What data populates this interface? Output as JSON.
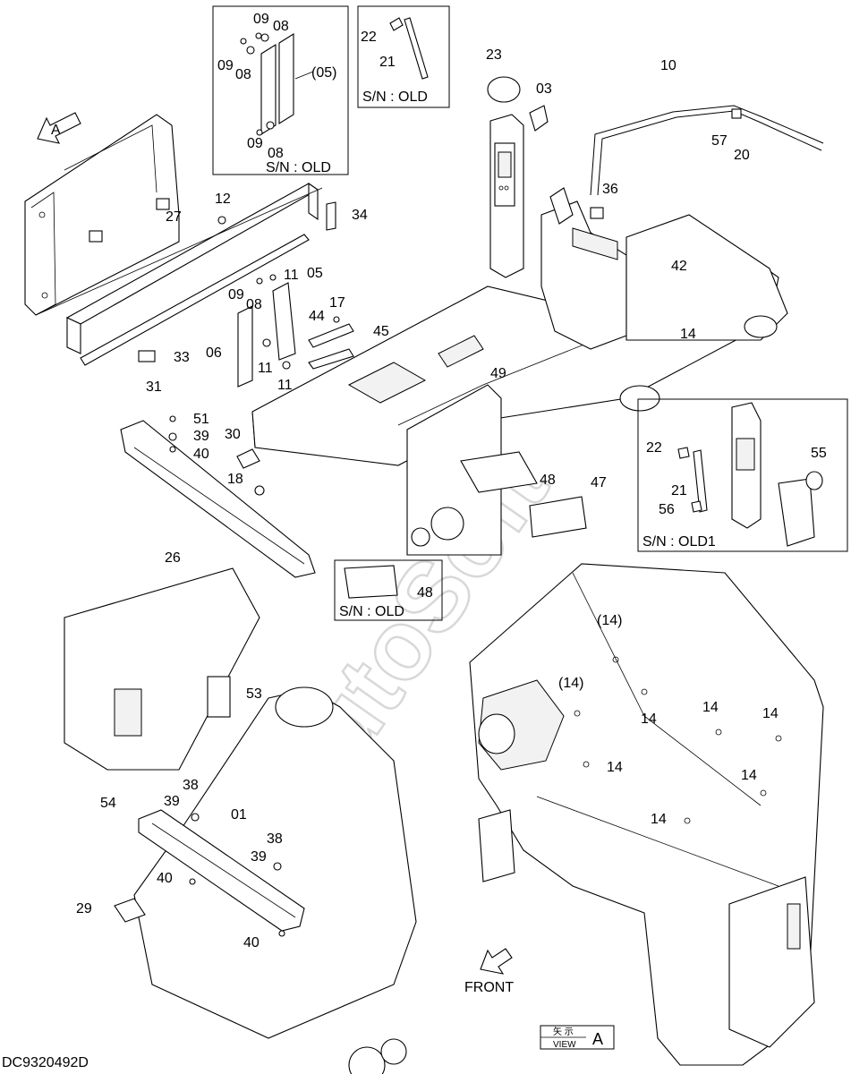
{
  "diagram_id": "DC9320492D",
  "watermark": "AutoSoft",
  "view_marker": {
    "letter": "A",
    "kanji": "矢 示",
    "view_word": "VIEW"
  },
  "direction_label": "FRONT",
  "insets": [
    {
      "caption": "S/N : OLD",
      "parts": [
        "09",
        "08",
        "09",
        "08",
        "(05)",
        "09",
        "08"
      ]
    },
    {
      "caption": "S/N : OLD",
      "parts": [
        "22",
        "21"
      ]
    },
    {
      "caption": "S/N : OLD1",
      "parts": [
        "22",
        "21",
        "56",
        "55"
      ]
    },
    {
      "caption": "S/N : OLD",
      "parts": [
        "48"
      ]
    }
  ],
  "callouts": {
    "c09a": "09",
    "c08a": "08",
    "c09b": "09",
    "c08b": "08",
    "c05p": "(05)",
    "c09c": "09",
    "c08c": "08",
    "c22a": "22",
    "c21a": "21",
    "c23": "23",
    "c03": "03",
    "c10": "10",
    "c57": "57",
    "c20": "20",
    "c36": "36",
    "c42": "42",
    "c14a": "14",
    "c34": "34",
    "c12": "12",
    "c27": "27",
    "c33": "33",
    "c31": "31",
    "c11a": "11",
    "c05": "05",
    "c09d": "09",
    "c08d": "08",
    "c17": "17",
    "c44": "44",
    "c45": "45",
    "c06": "06",
    "c11b": "11",
    "c11c": "11",
    "c49": "49",
    "c51": "51",
    "c39a": "39",
    "c40a": "40",
    "c30": "30",
    "c18": "18",
    "c26": "26",
    "c48a": "48",
    "c47": "47",
    "c22b": "22",
    "c21b": "21",
    "c56": "56",
    "c55": "55",
    "c48b": "48",
    "c53": "53",
    "c54": "54",
    "c38a": "38",
    "c39b": "39",
    "c01": "01",
    "c38b": "38",
    "c39c": "39",
    "c40b": "40",
    "c29": "29",
    "c40c": "40",
    "c14p1": "(14)",
    "c14p2": "(14)",
    "c14b": "14",
    "c14c": "14",
    "c14d": "14",
    "c14e": "14",
    "c14f": "14",
    "c14g": "14"
  }
}
